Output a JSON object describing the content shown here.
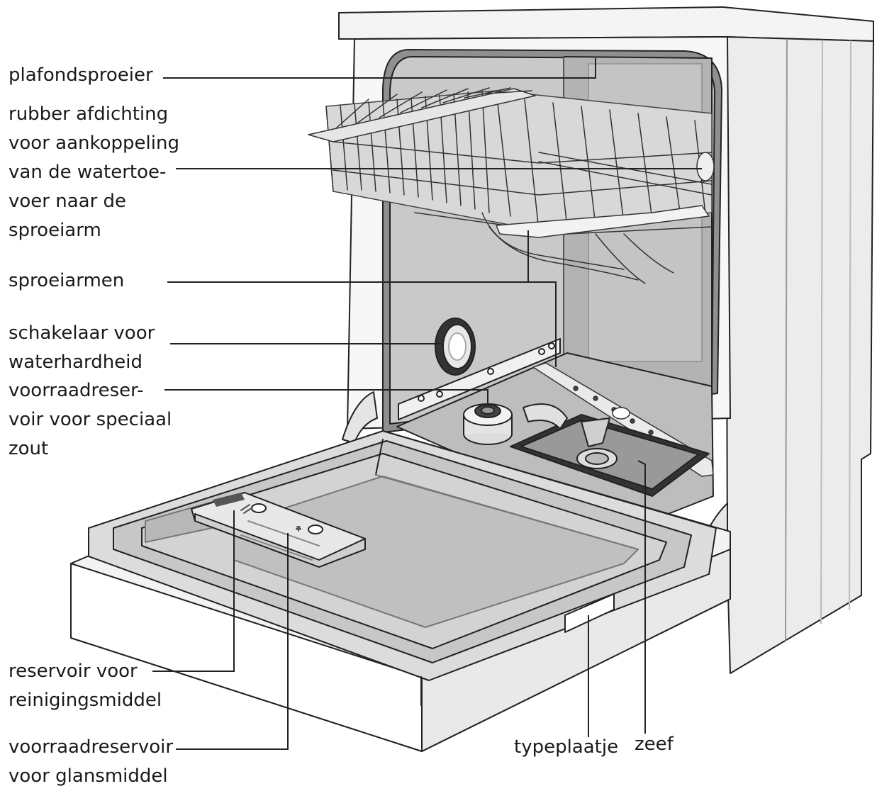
{
  "labels": {
    "ceiling_sprayer": "plafondsproeier",
    "rubber_seal": "rubber afdichting\nvoor aankoppeling\nvan de watertoe-\nvoer naar de\nsproeiarm",
    "spray_arms": "sproeiarmen",
    "water_hardness_switch": "schakelaar voor\nwaterhardheid",
    "salt_reservoir": "voorraadreser-\nvoir voor speciaal\nzout",
    "detergent_reservoir": "reservoir voor\nreinigingsmiddel",
    "rinse_aid_reservoir": "voorraadreservoir\nvoor glansmiddel",
    "type_plate": "typeplaatje",
    "filter": "zeef"
  }
}
